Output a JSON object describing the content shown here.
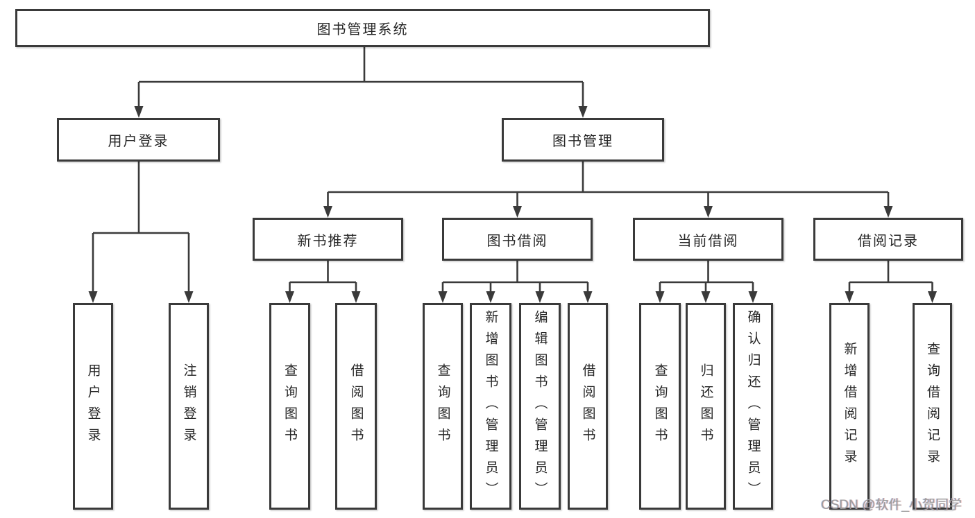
{
  "diagram": {
    "root": {
      "label": "图书管理系统"
    },
    "branches": {
      "user_login": {
        "label": "用户登录",
        "children": {
          "login": "用户登录",
          "logout": "注销登录"
        }
      },
      "book_mgmt": {
        "label": "图书管理",
        "sections": {
          "new_books": {
            "label": "新书推荐",
            "children": {
              "query": "查询图书",
              "borrow": "借阅图书"
            }
          },
          "book_borrow": {
            "label": "图书借阅",
            "children": {
              "query": "查询图书",
              "add": "新增图书（管理员）",
              "edit": "编辑图书（管理员）",
              "borrow": "借阅图书"
            }
          },
          "current_borrow": {
            "label": "当前借阅",
            "children": {
              "query": "查询图书",
              "return": "归还图书",
              "confirm": "确认归还（管理员）"
            }
          },
          "borrow_records": {
            "label": "借阅记录",
            "children": {
              "add": "新增借阅记录",
              "query": "查询借阅记录"
            }
          }
        }
      }
    }
  },
  "watermark": {
    "text": "CSDN @软件_小贺同学"
  },
  "colors": {
    "line": "#3a3a3a",
    "border": "#3a3a3a",
    "text": "#262626",
    "background": "#ffffff",
    "watermark": "#9c9c9c"
  }
}
